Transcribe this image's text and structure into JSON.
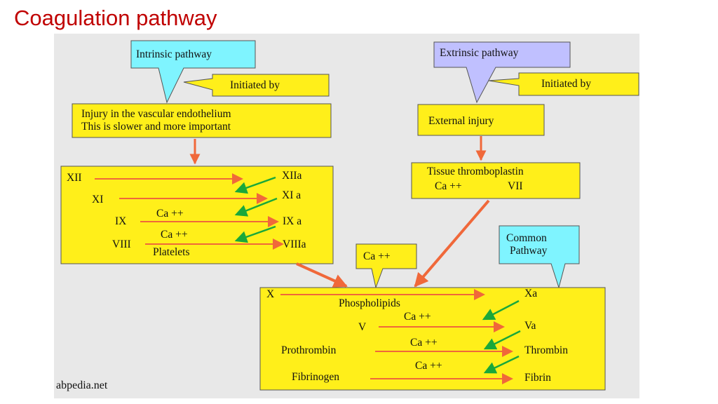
{
  "slide": {
    "title": "Coagulation pathway",
    "credit": "abpedia.net"
  },
  "callouts": {
    "intrinsic": "Intrinsic pathway",
    "extrinsic": "Extrinsic pathway",
    "initiated_left": "Initiated by",
    "initiated_right": "Initiated by",
    "common_line1": "Common",
    "common_line2": "Pathway",
    "ca_mid": "Ca ++"
  },
  "intrinsic_trigger": {
    "line1": "Injury in the vascular endothelium",
    "line2": "This is slower and more important"
  },
  "extrinsic_trigger": {
    "text": "External injury"
  },
  "tissue_box": {
    "line1": "Tissue thromboplastin",
    "ca": "Ca ++",
    "factor": "VII"
  },
  "intrinsic_cascade": {
    "f12": "XII",
    "f12a": "XIIa",
    "f11": "XI",
    "f11a": "XI a",
    "f9": "IX",
    "f9a": "IX a",
    "f8": "VIII",
    "f8a": "VIIIa",
    "ca1": "Ca ++",
    "ca2": "Ca ++",
    "platelets": "Platelets"
  },
  "common_cascade": {
    "fx": "X",
    "fxa": "Xa",
    "phospholipids": "Phospholipids",
    "ca1": "Ca ++",
    "f5": "V",
    "f5a": "Va",
    "ca2": "Ca ++",
    "prothrombin": "Prothrombin",
    "thrombin": "Thrombin",
    "ca3": "Ca ++",
    "fibrinogen": "Fibrinogen",
    "fibrin": "Fibrin"
  },
  "colors": {
    "title": "#c00000",
    "panel": "#e8e8e8",
    "yellow": "#ffef1a",
    "cyan": "#7ff4ff",
    "lavender": "#c0c0ff",
    "orange_arrow": "#f0683a",
    "green_arrow": "#1aa83a"
  }
}
